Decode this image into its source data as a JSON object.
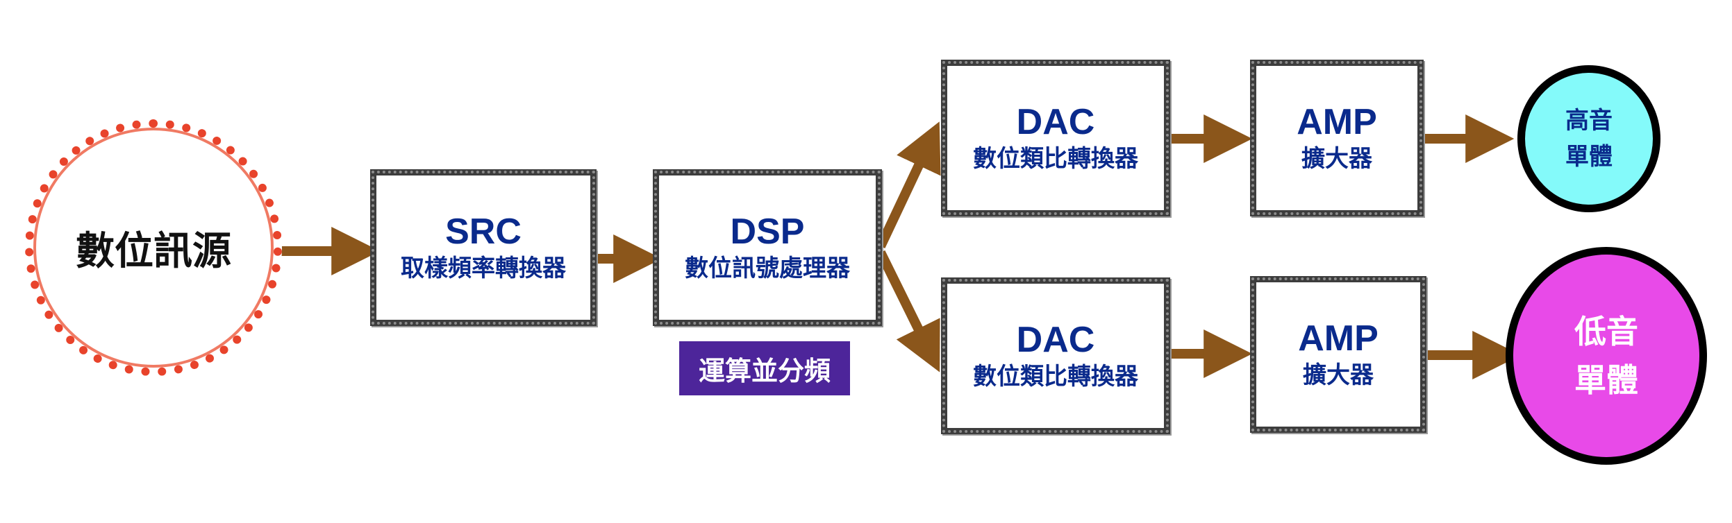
{
  "colors": {
    "arrow": "#8b561b",
    "box_border": "#3d3d3d",
    "box_text": "#0a2a8c",
    "source_ring": "#e8432b",
    "tweeter_fill": "#84fafa",
    "woofer_fill": "#e84ae8",
    "tag_fill": "#4d259a"
  },
  "source": {
    "label": "數位訊源"
  },
  "src": {
    "title": "SRC",
    "subtitle": "取樣頻率轉換器"
  },
  "dsp": {
    "title": "DSP",
    "subtitle": "數位訊號處理器",
    "note": "運算並分頻"
  },
  "dac_top": {
    "title": "DAC",
    "subtitle": "數位類比轉換器"
  },
  "dac_bottom": {
    "title": "DAC",
    "subtitle": "數位類比轉換器"
  },
  "amp_top": {
    "title": "AMP",
    "subtitle": "擴大器"
  },
  "amp_bottom": {
    "title": "AMP",
    "subtitle": "擴大器"
  },
  "tweeter": {
    "line1": "高音",
    "line2": "單體"
  },
  "woofer": {
    "line1": "低音",
    "line2": "單體"
  }
}
